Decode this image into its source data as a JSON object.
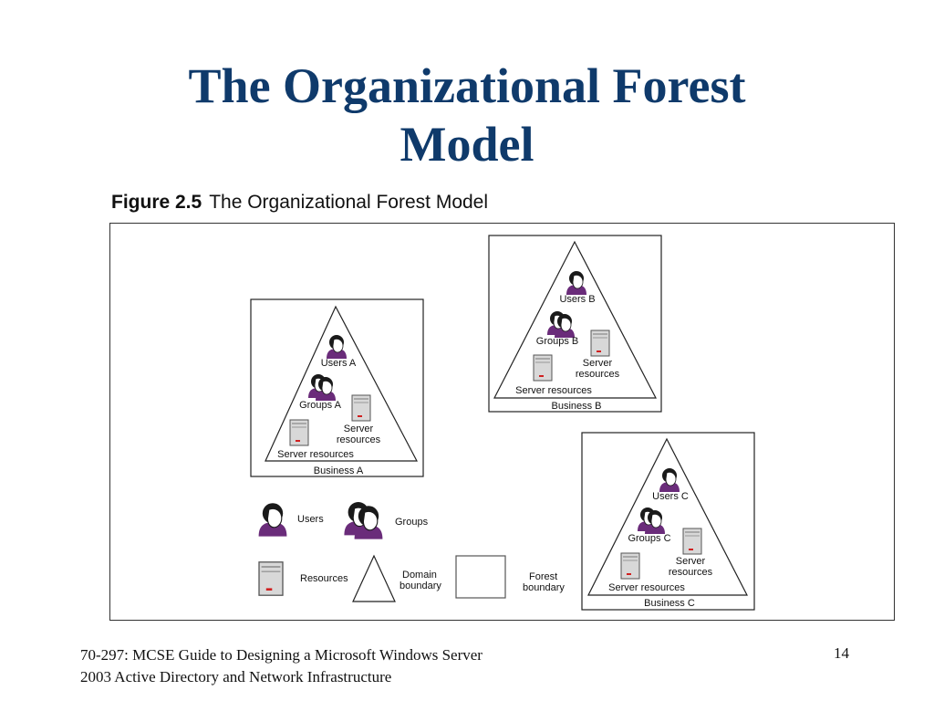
{
  "title": {
    "line1": "The Organizational Forest",
    "line2": "Model"
  },
  "figure": {
    "number": "Figure 2.5",
    "caption": "The Organizational Forest Model",
    "forests": {
      "a": {
        "users": "Users A",
        "groups": "Groups A",
        "server1": "Server",
        "server2": "resources",
        "server_res": "Server resources",
        "business": "Business A"
      },
      "b": {
        "users": "Users B",
        "groups": "Groups B",
        "server1": "Server",
        "server2": "resources",
        "server_res": "Server resources",
        "business": "Business B"
      },
      "c": {
        "users": "Users C",
        "groups": "Groups C",
        "server1": "Server",
        "server2": "resources",
        "server_res": "Server resources",
        "business": "Business C"
      }
    },
    "legend": {
      "users": "Users",
      "groups": "Groups",
      "resources": "Resources",
      "domain_1": "Domain",
      "domain_2": "boundary",
      "forest_1": "Forest",
      "forest_2": "boundary"
    },
    "colors": {
      "person": "#1a1a1a",
      "shirt": "#6a2c7a",
      "skin": "#ffffff",
      "server": "#d8d8d8",
      "led": "#d02020"
    }
  },
  "footer": {
    "line1": "70-297: MCSE Guide to Designing a Microsoft Windows Server",
    "line2": "2003 Active Directory and Network Infrastructure",
    "page": "14"
  }
}
